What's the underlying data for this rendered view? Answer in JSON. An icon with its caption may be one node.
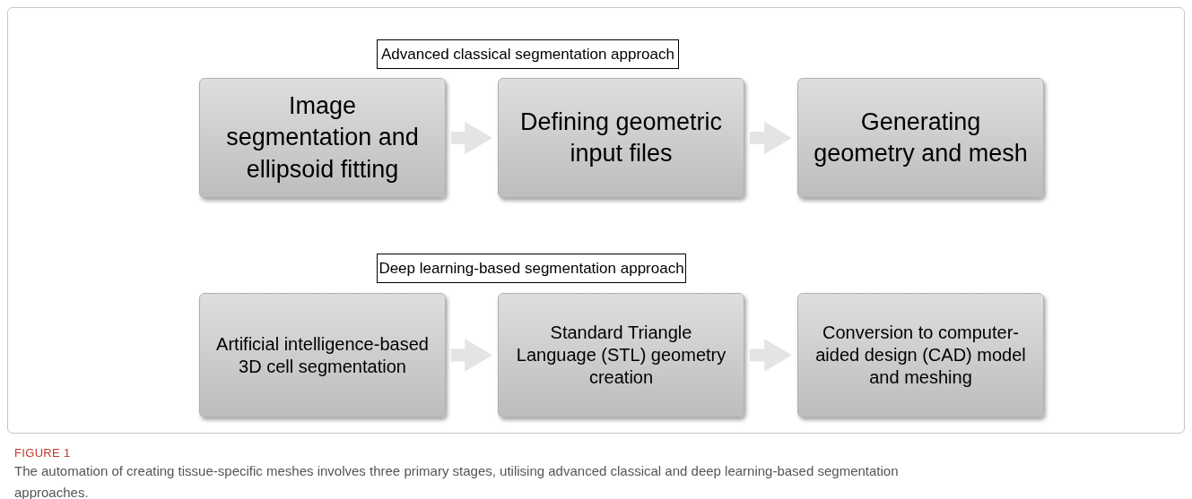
{
  "diagram": {
    "caption": "The automation of creating tissue-specific meshes involves three primary stages, utilising advanced classical and deep learning-based segmentation approaches.",
    "nodes": [
      {
        "text": [
          "Advanced classical segmentation approach"
        ]
      },
      {
        "text": [
          "Image segmentation and ellipsoid fitting"
        ]
      },
      {
        "text": [
          "Defining geometric input files"
        ]
      },
      {
        "text": [
          "Generating geometry and mesh"
        ]
      },
      {
        "text": [
          "Deep learning-based segmentation approach"
        ]
      },
      {
        "text": [
          "Artificial intelligence-based 3D cell segmentation"
        ]
      },
      {
        "text": [
          "Standard Triangle Language (STL) geometry creation"
        ]
      },
      {
        "text": [
          "Conversion to computer-aided design (CAD) model and meshing"
        ]
      }
    ],
    "edges": [
      {
        "from": 1,
        "to": 2,
        "arrow": "to"
      },
      {
        "from": 2,
        "to": 3,
        "arrow": "to"
      },
      {
        "from": 5,
        "to": 6,
        "arrow": "to"
      },
      {
        "from": 6,
        "to": 7,
        "arrow": "to"
      }
    ],
    "labels": [
      "FIGURE 1"
    ]
  }
}
